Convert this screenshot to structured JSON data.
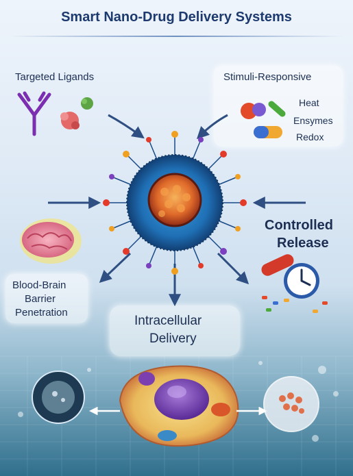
{
  "title": "Smart Nano-Drug Delivery Systems",
  "labels": {
    "targeted": "Targeted Ligands",
    "stimuli": "Stimuli-Responsive",
    "heat": "Heat",
    "enzymes": "Ensymes",
    "redox": "Redox",
    "controlled_1": "Controlled",
    "controlled_2": "Release",
    "bbb_1": "Blood-Brain",
    "bbb_2": "Barrier",
    "bbb_3": "Penetration",
    "intra_1": "Intracellular",
    "intra_2": "Delivery"
  },
  "colors": {
    "title": "#1d3a6e",
    "arrow": "#2f4f82",
    "nanoparticle": "#1f6fb5",
    "core": "#d9552a"
  }
}
